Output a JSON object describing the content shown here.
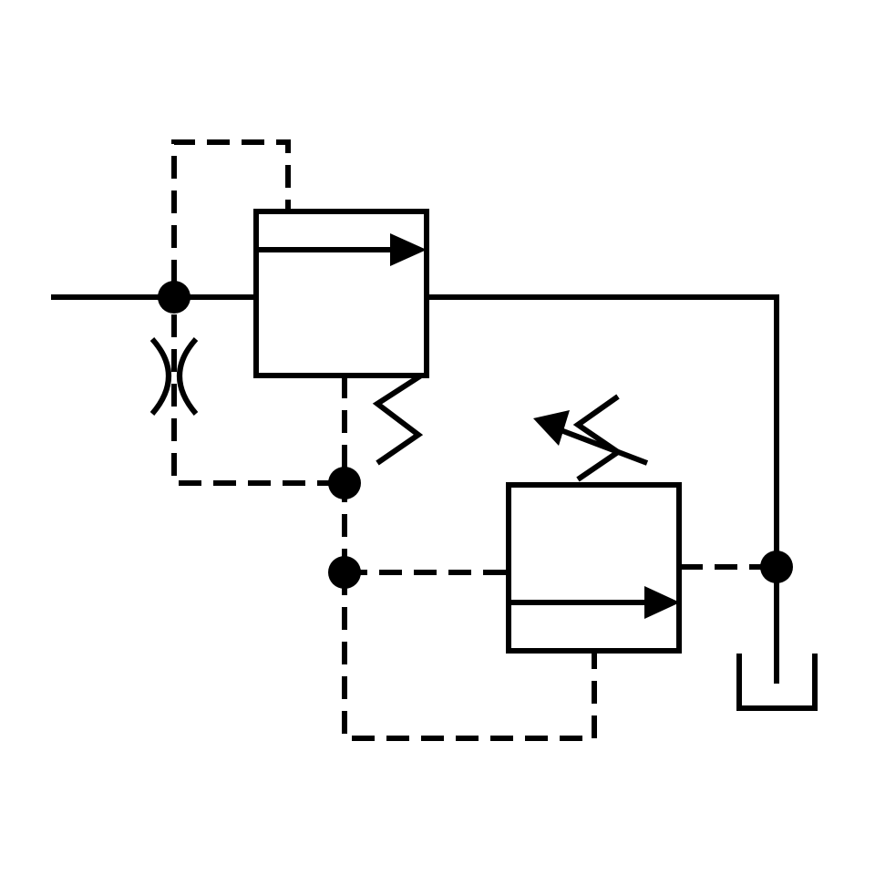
{
  "diagram": {
    "kind": "hydraulic-schematic",
    "colors": {
      "line": "#000000",
      "background": "#ffffff"
    },
    "components": [
      {
        "id": "pressure-reducing-valve",
        "icon": "valve-envelope-icon"
      },
      {
        "id": "pilot-relief-valve",
        "icon": "valve-envelope-icon"
      },
      {
        "id": "fixed-orifice",
        "icon": "restrictor-icon"
      },
      {
        "id": "reservoir",
        "icon": "tank-icon"
      },
      {
        "id": "spring",
        "icon": "spring-icon"
      },
      {
        "id": "adjustable-spring",
        "icon": "adjustable-spring-icon"
      }
    ]
  }
}
